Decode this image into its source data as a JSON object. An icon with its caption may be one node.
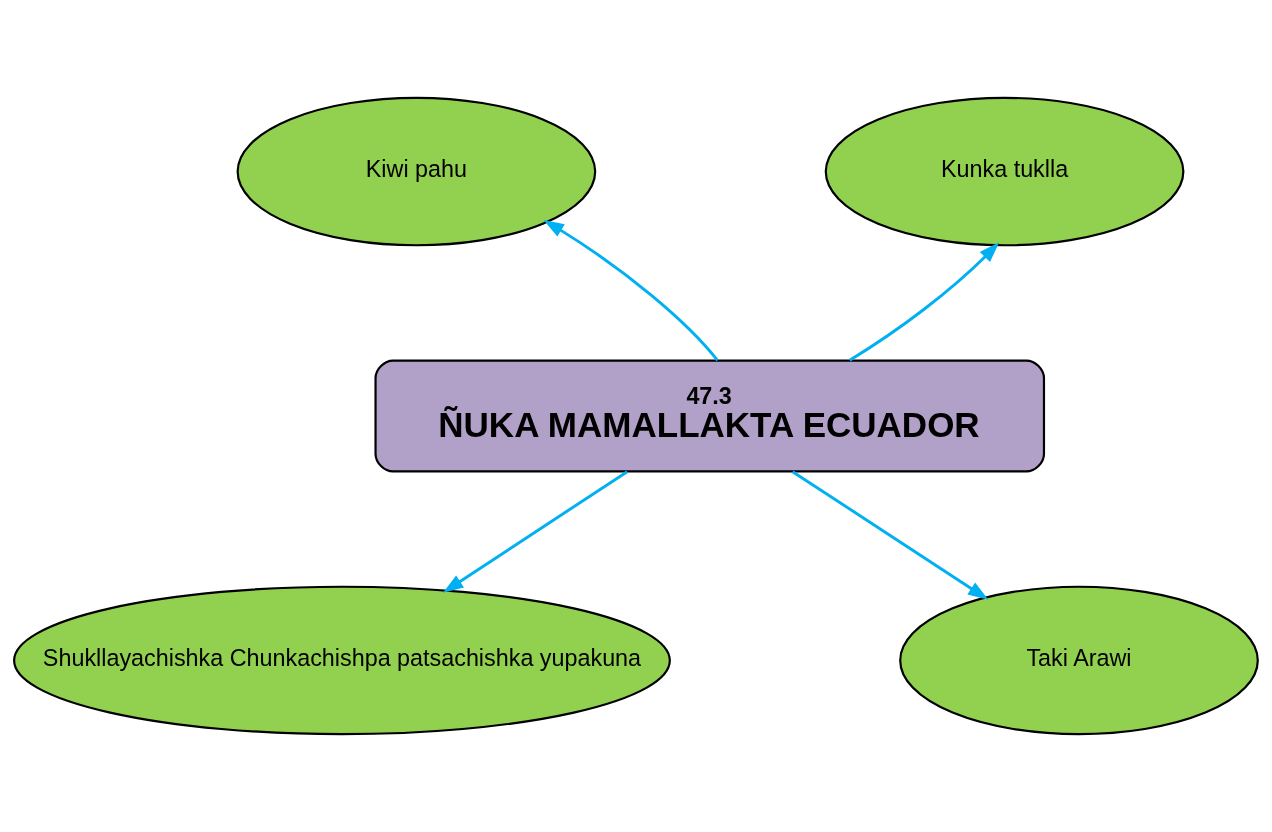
{
  "diagram": {
    "nodes": [
      {
        "text": [
          "Kiwi pahu"
        ]
      },
      {
        "text": [
          "Kunka tuklla"
        ]
      },
      {
        "text": [
          "47.3",
          "ÑUKA MAMALLAKTA ECUADOR"
        ]
      },
      {
        "text": [
          "Shukllayachishka Chunkachishpa patsachishka yupakuna"
        ]
      },
      {
        "text": [
          "Taki Arawi"
        ]
      }
    ],
    "edges": [
      {
        "from": 2,
        "to": 0,
        "arrow": "to"
      },
      {
        "from": 2,
        "to": 1,
        "arrow": "to"
      },
      {
        "from": 2,
        "to": 3,
        "arrow": "to"
      },
      {
        "from": 2,
        "to": 4,
        "arrow": "to"
      }
    ]
  }
}
